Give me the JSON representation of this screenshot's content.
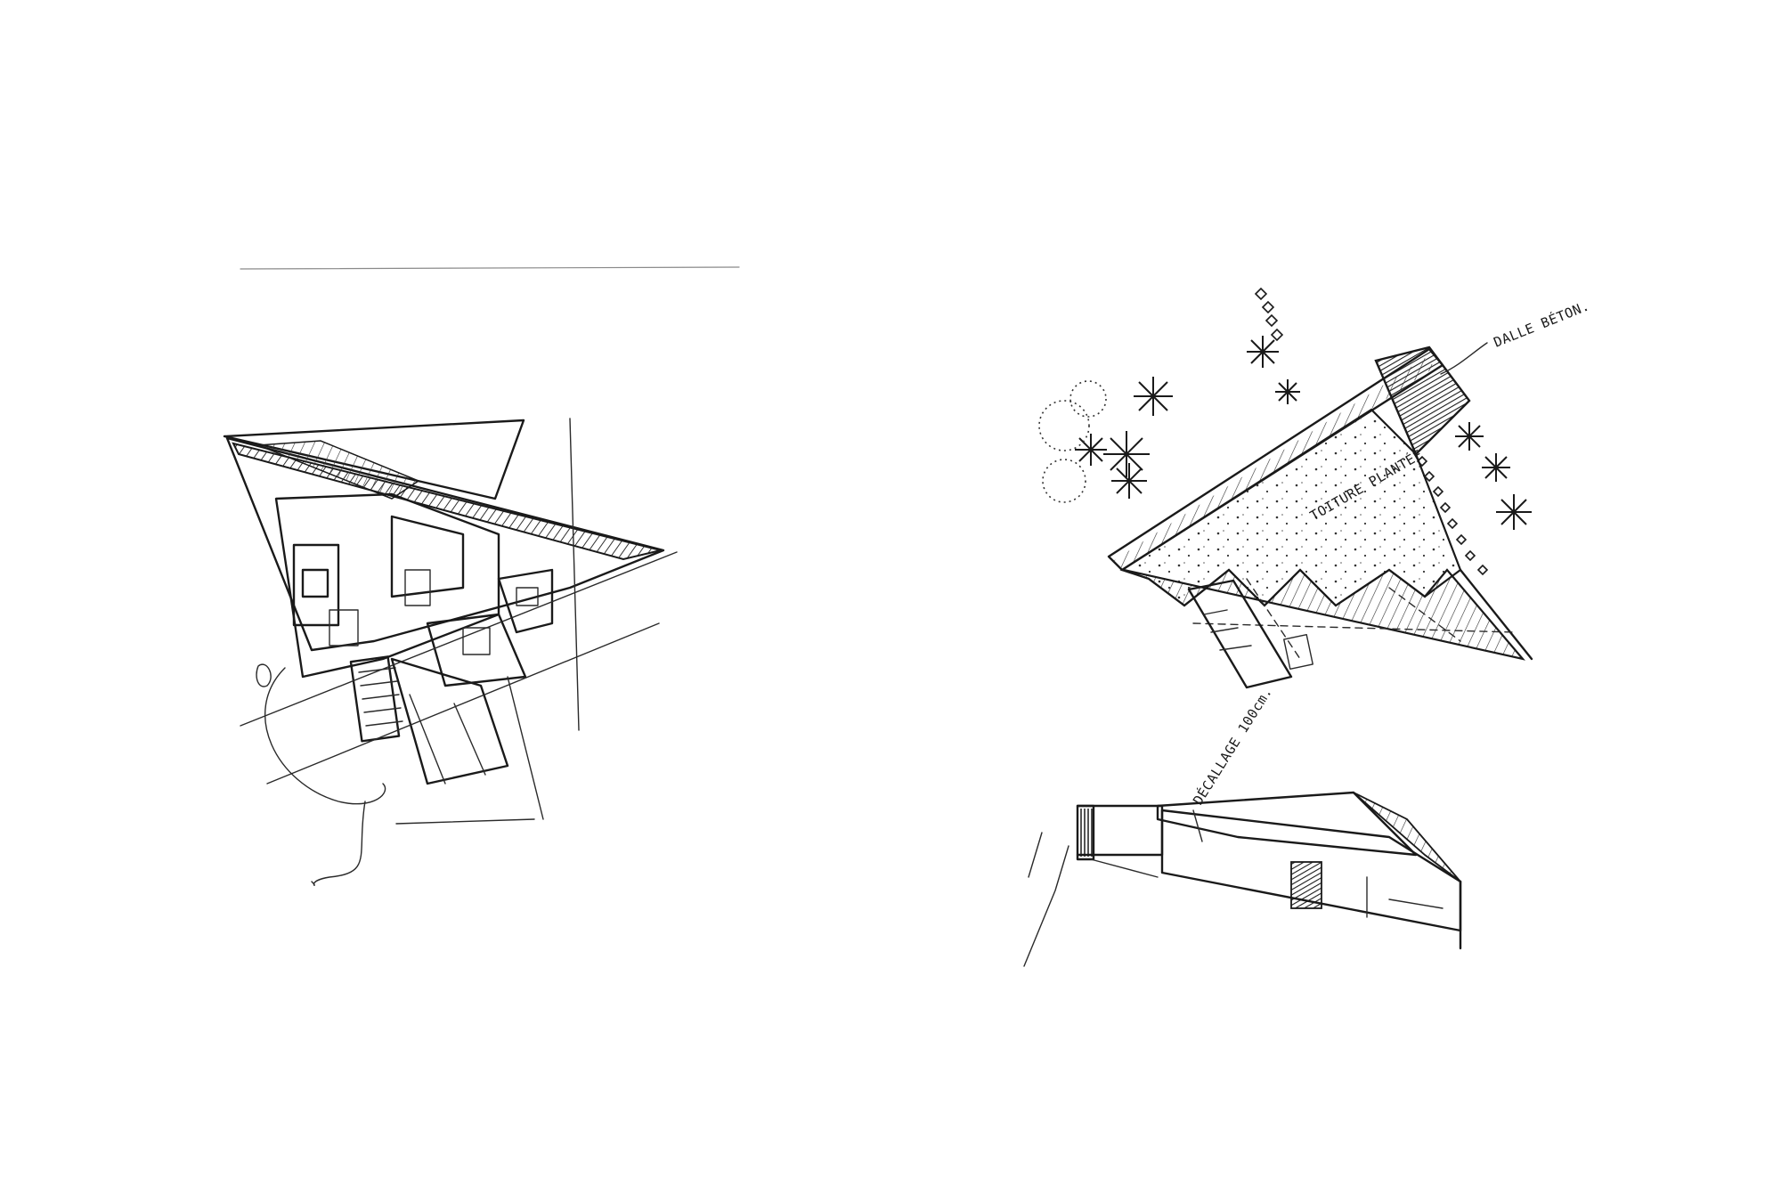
{
  "annotations": {
    "roof_label": "TOITURE PLANTÉE",
    "slab_label": "DALLE BÉTON.",
    "offset_label": "DÉCALLAGE 100cm."
  },
  "colors": {
    "ink": "#1a1a1a",
    "paper": "#ffffff"
  },
  "sketches": [
    "floor-plan-sketch",
    "roof-plan-sketch",
    "elevation-sketch"
  ]
}
